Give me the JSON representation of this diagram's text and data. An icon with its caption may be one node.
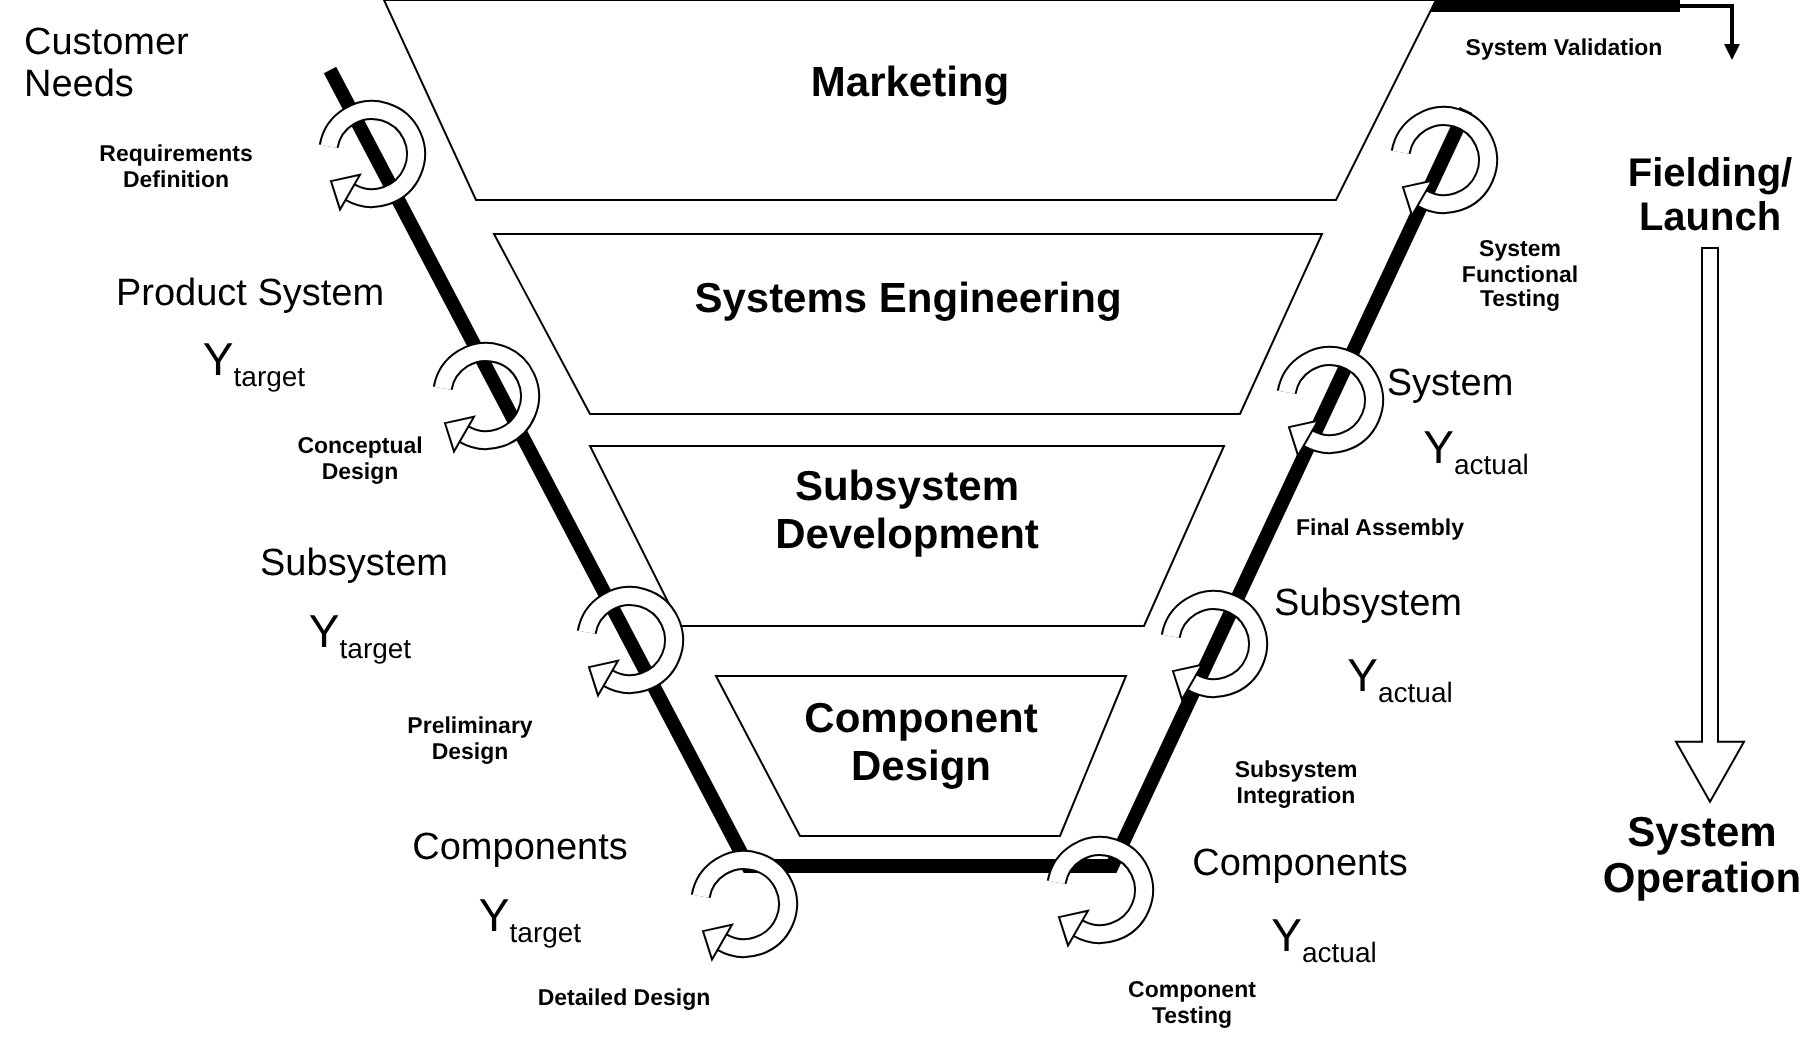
{
  "diagram": {
    "nodes": [
      {
        "text": [
          "Marketing"
        ]
      },
      {
        "text": [
          "Systems Engineering"
        ]
      },
      {
        "text": [
          "Subsystem Development"
        ]
      },
      {
        "text": [
          "Component Design"
        ]
      },
      {
        "text": [
          "Fielding/ Launch"
        ]
      },
      {
        "text": [
          "System Operation"
        ]
      }
    ],
    "edges": [
      {
        "from": 4,
        "to": 5,
        "arrow": "to"
      }
    ],
    "labels": [
      "Customer Needs",
      "Requirements Definition",
      "System Validation",
      "Product System",
      "Y$_{target}$",
      "System Functional Testing",
      "Conceptual Design",
      "System",
      "Y$_{actual}$",
      "Final Assembly",
      "Subsystem",
      "Y$_{target}$",
      "Subsystem",
      "Y$_{actual}$",
      "Preliminary Design",
      "Subsystem Integration",
      "Components",
      "Y$_{target}$",
      "Components",
      "Y$_{actual}$",
      "Detailed Design",
      "Component Testing"
    ]
  }
}
